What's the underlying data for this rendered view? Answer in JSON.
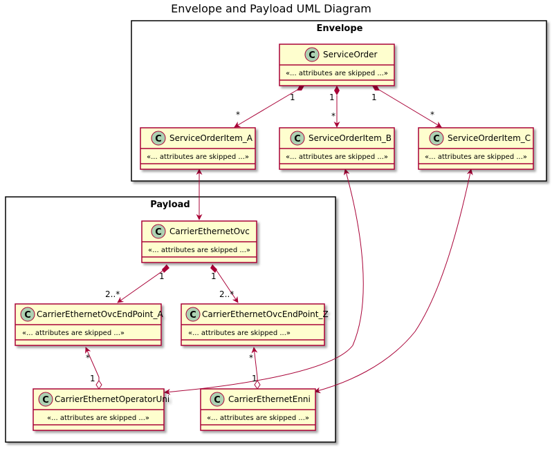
{
  "title": "Envelope and Payload UML Diagram",
  "packages": {
    "envelope": "Envelope",
    "payload": "Payload"
  },
  "class_glyph": "C",
  "attr_text": "«... attributes are skipped ...»",
  "classes": {
    "serviceorder": "ServiceOrder",
    "item_a": "ServiceOrderItem_A",
    "item_b": "ServiceOrderItem_B",
    "item_c": "ServiceOrderItem_C",
    "ovc": "CarrierEthernetOvc",
    "ep_a": "CarrierEthernetOvcEndPoint_A",
    "ep_z": "CarrierEthernetOvcEndPoint_Z",
    "uni": "CarrierEthernetOperatorUni",
    "enni": "CarrierEthernetEnni"
  },
  "multiplicities": {
    "so_a_src": "1",
    "so_a_dst": "*",
    "so_b_src": "1",
    "so_b_dst": "*",
    "so_c_src": "1",
    "so_c_dst": "*",
    "ovc_a_src": "1",
    "ovc_a_dst": "2..*",
    "ovc_z_src": "1",
    "ovc_z_dst": "2..*",
    "uni_epa_top": "*",
    "uni_epa_bot": "1",
    "enni_epz_top": "*",
    "enni_epz_bot": "1"
  },
  "colors": {
    "arrow": "#A80036",
    "class_bg": "#FEFECE",
    "glyph_bg": "#ADD1B2"
  }
}
